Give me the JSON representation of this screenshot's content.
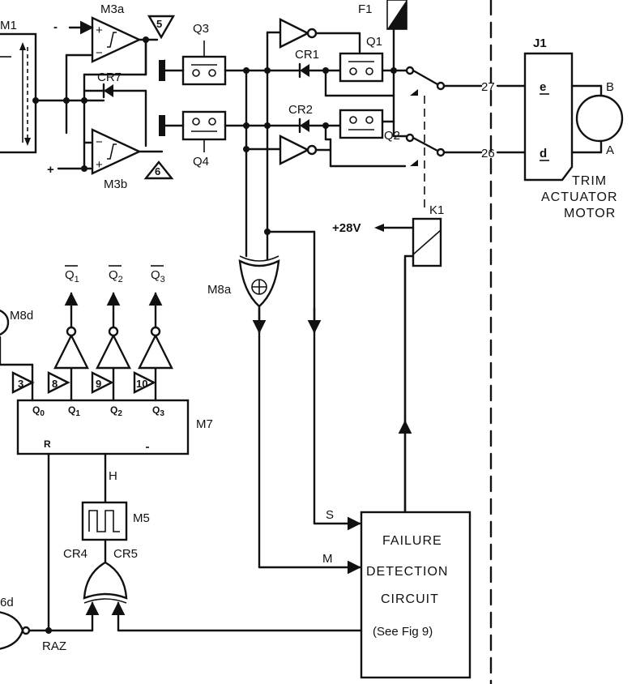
{
  "components": {
    "M1": "M1",
    "M3a": "M3a",
    "M3b": "M3b",
    "CR7": "CR7",
    "Q3": "Q3",
    "Q4": "Q4",
    "CR1": "CR1",
    "CR2": "CR2",
    "Q1": "Q1",
    "Q2": "Q2",
    "F1": "F1",
    "J1": "J1",
    "K1": "K1",
    "M8a": "M8a",
    "M8d": "M8d",
    "M7": "M7",
    "M5": "M5",
    "CR4": "CR4",
    "CR5": "CR5",
    "M6d": "6d"
  },
  "signals": {
    "plus_28v": "+28V",
    "s": "S",
    "m": "M",
    "h": "H",
    "raz": "RAZ",
    "minus": "-",
    "plus": "+",
    "r": "R"
  },
  "pins": {
    "p5": "5",
    "p6": "6",
    "p3": "3",
    "p8": "8",
    "p9": "9",
    "p10": "10",
    "j27": "27",
    "j26": "26",
    "e": "e",
    "d": "d",
    "motor_b": "B",
    "motor_a": "A"
  },
  "outputs": {
    "q1_bar": "Q",
    "q1_sub": "1",
    "q2_bar": "Q",
    "q2_sub": "2",
    "q3_bar": "Q",
    "q3_sub": "3"
  },
  "m7_pins": {
    "q0": "Q",
    "q0_sub": "0",
    "q1": "Q",
    "q1_sub": "1",
    "q2": "Q",
    "q2_sub": "2",
    "q3": "Q",
    "q3_sub": "3"
  },
  "motor": {
    "line1": "TRIM",
    "line2": "ACTUATOR",
    "line3": "MOTOR"
  },
  "failure_block": {
    "line1": "FAILURE",
    "line2": "DETECTION",
    "line3": "CIRCUIT",
    "line4": "(See Fig  9)"
  },
  "colors": {
    "ink": "#111111",
    "paper": "#ffffff"
  }
}
